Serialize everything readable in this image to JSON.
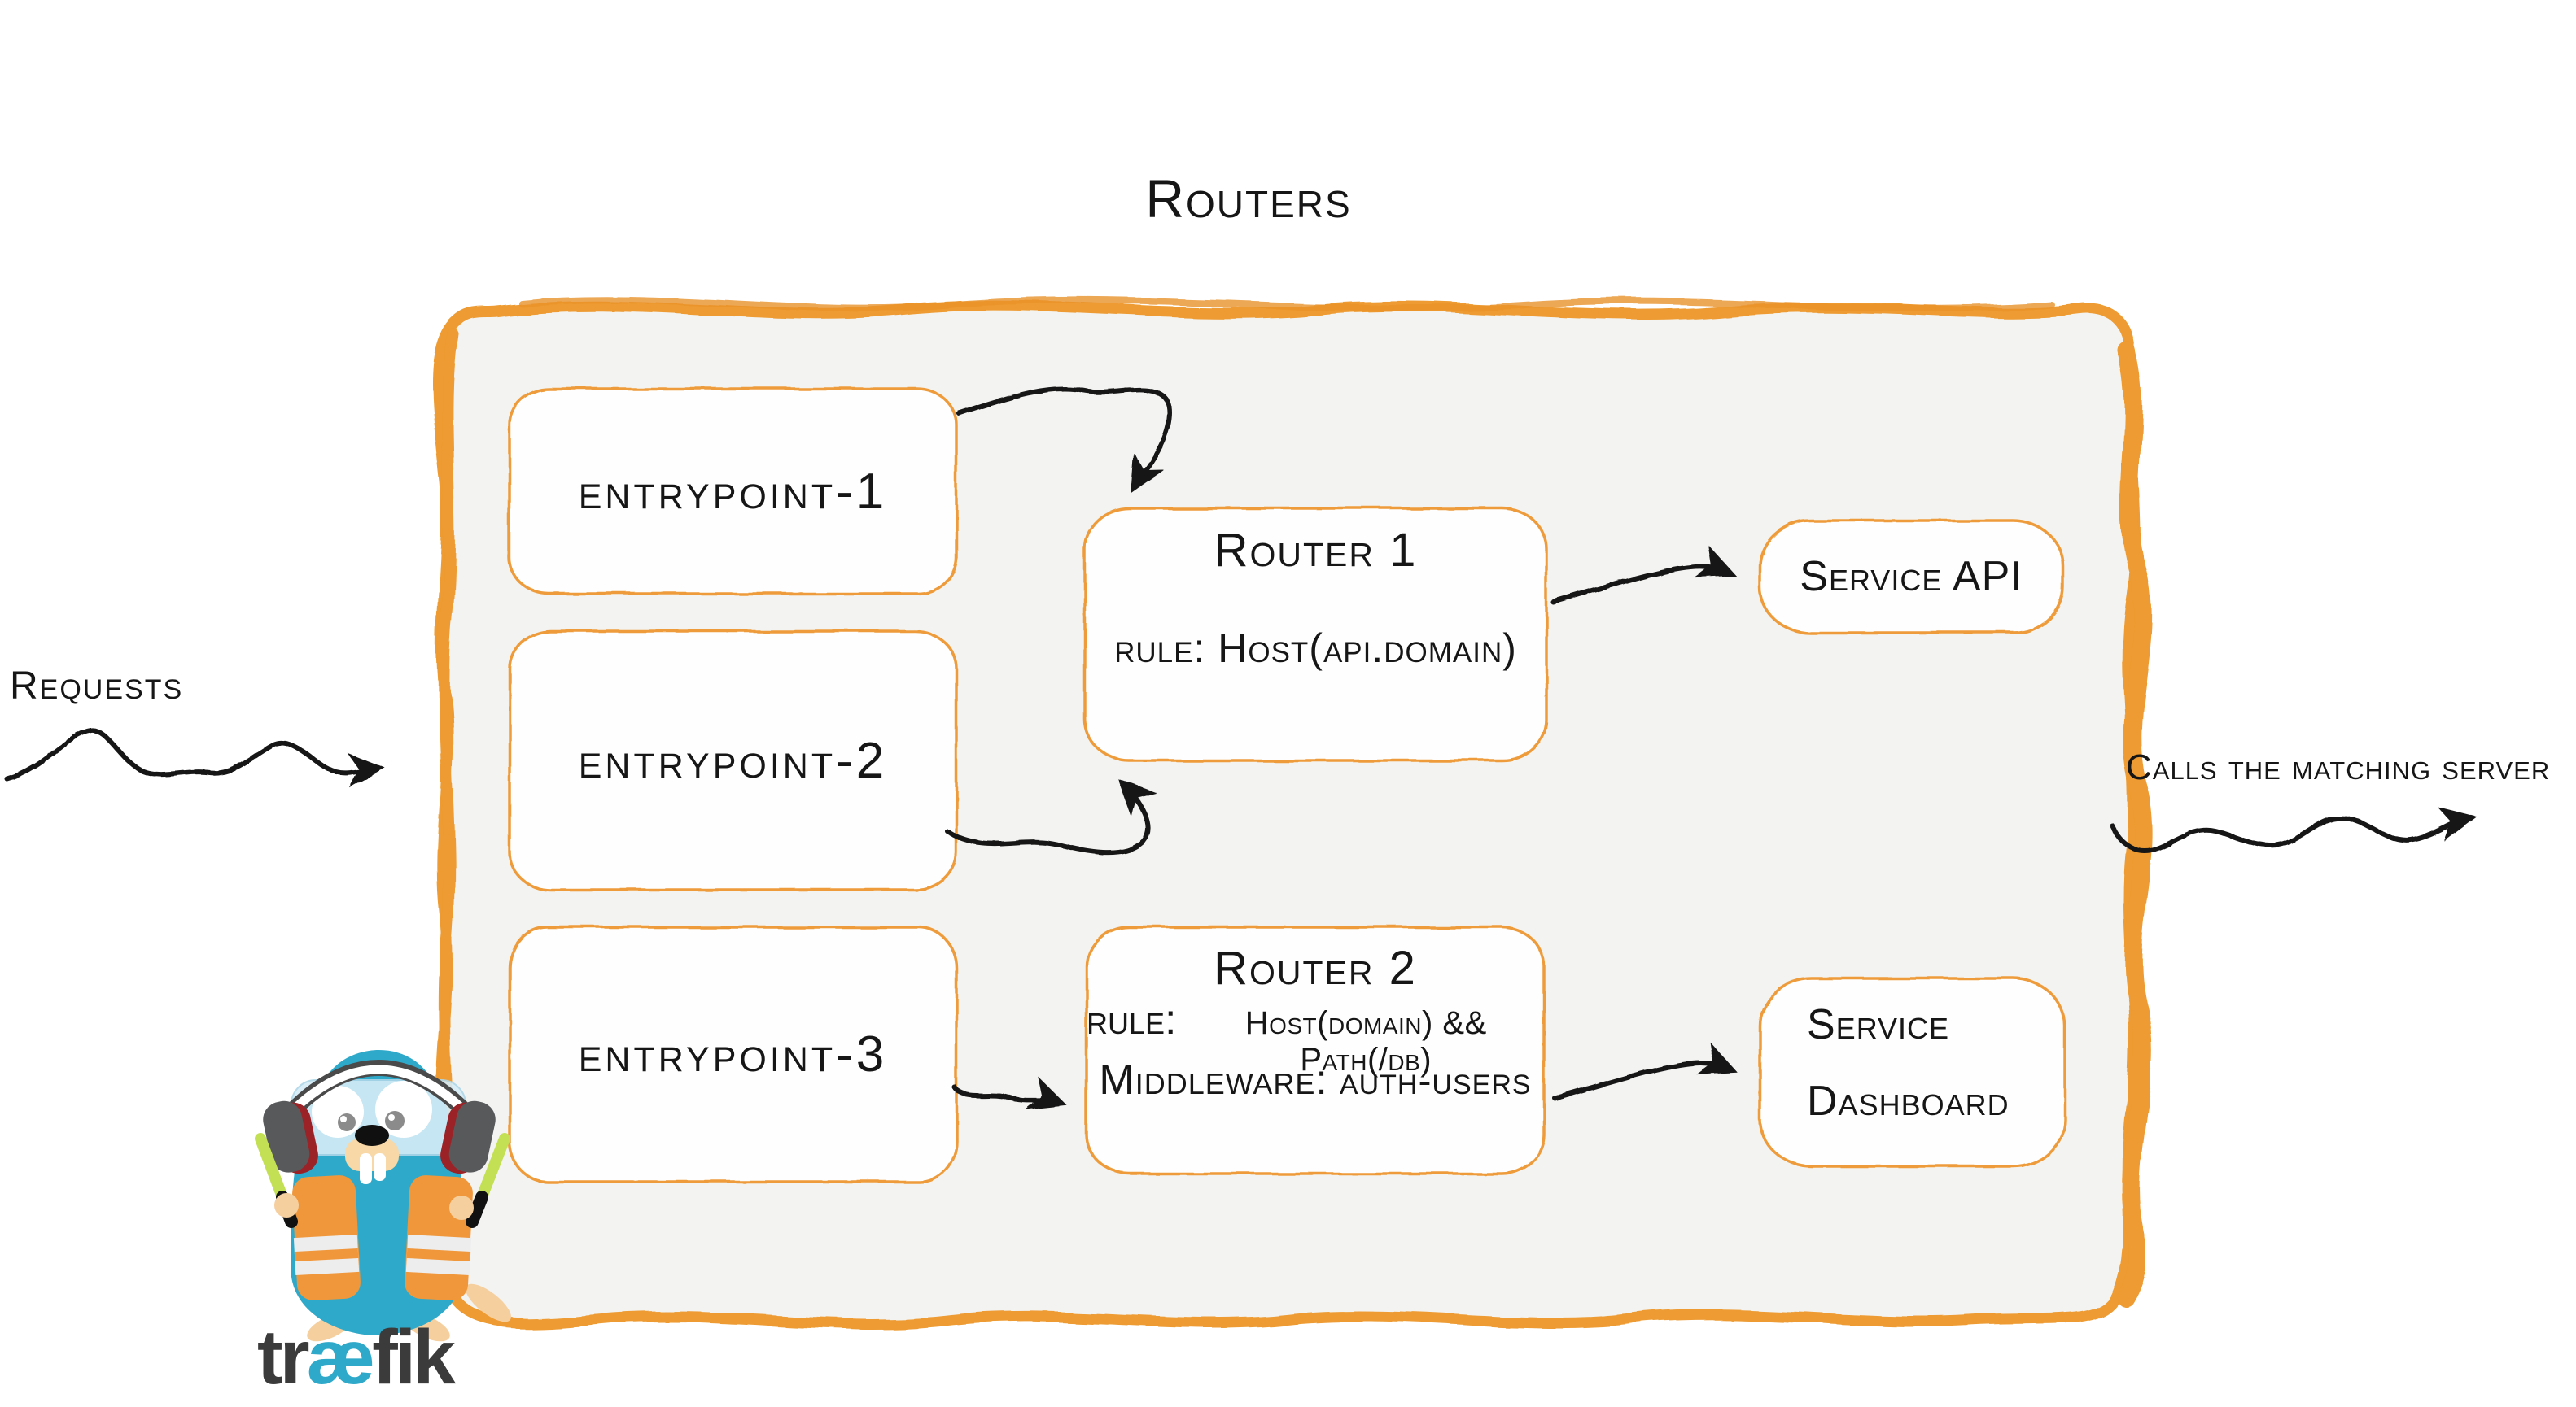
{
  "diagram": {
    "title": "Routers",
    "requests_label": "Requests",
    "calls_label": "Calls the matching server",
    "entrypoints": [
      {
        "label": "entrypoint-1"
      },
      {
        "label": "entrypoint-2"
      },
      {
        "label": "entrypoint-3"
      }
    ],
    "routers": [
      {
        "name": "Router 1",
        "rule": "rule: Host(api.domain)"
      },
      {
        "name": "Router 2",
        "rule_label": "rule:",
        "rule_value": "Host(domain) && Path(/db)",
        "middleware_label": "Middleware:",
        "middleware_value": "auth-users"
      }
    ],
    "services": [
      {
        "lines": [
          "Service API"
        ]
      },
      {
        "lines": [
          "Service",
          "Dashboard"
        ]
      }
    ],
    "logo": {
      "pre": "tr",
      "mid": "æ",
      "post": "fik"
    },
    "colors": {
      "orange": "#ED9B30",
      "teal": "#2FA9C9",
      "container_bg": "#F3F3F2",
      "ink": "#161616"
    }
  }
}
